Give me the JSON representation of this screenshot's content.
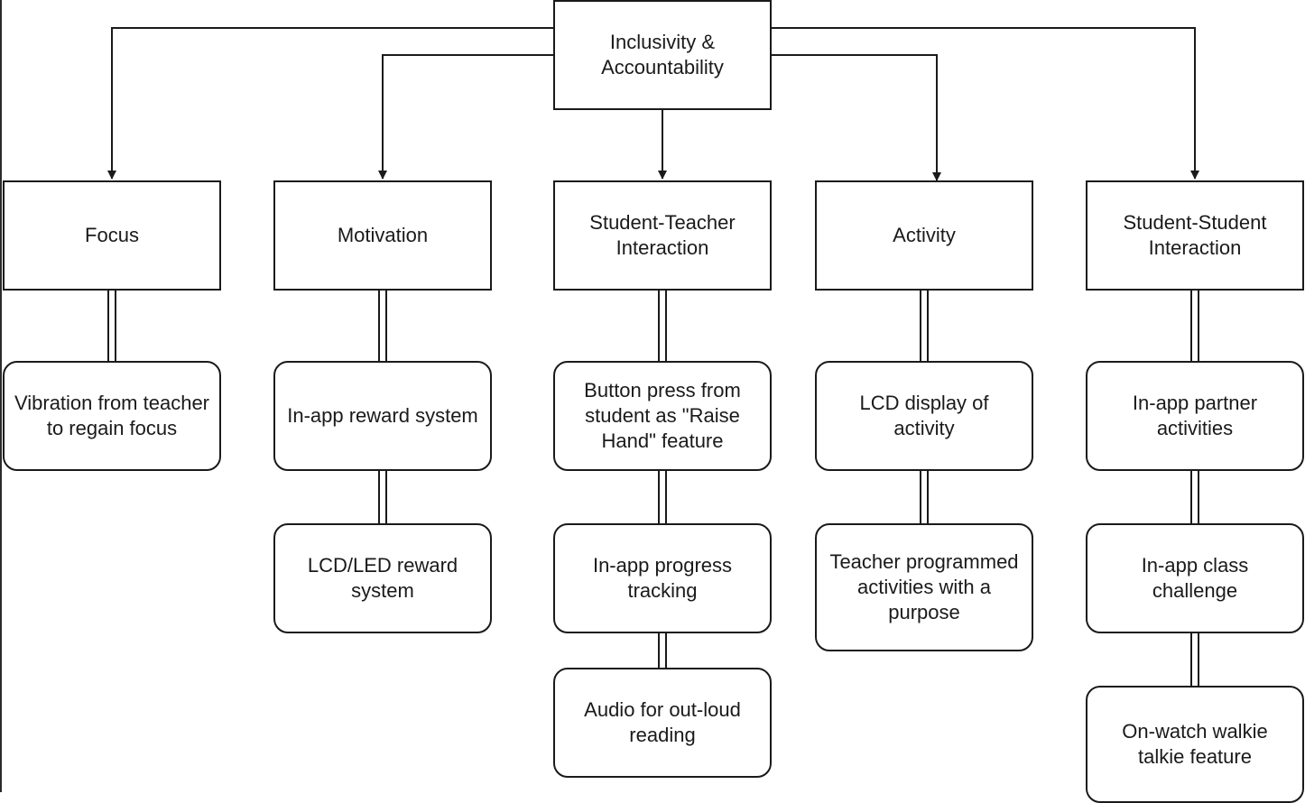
{
  "root": {
    "label": "Inclusivity &\nAccountability"
  },
  "categories": [
    {
      "label": "Focus",
      "features": [
        "Vibration from teacher\nto regain focus"
      ]
    },
    {
      "label": "Motivation",
      "features": [
        "In-app reward system",
        "LCD/LED reward\nsystem"
      ]
    },
    {
      "label": "Student-Teacher\nInteraction",
      "features": [
        "Button press from\nstudent as \"Raise\nHand\" feature",
        "In-app progress\ntracking",
        "Audio for out-loud\nreading"
      ]
    },
    {
      "label": "Activity",
      "features": [
        "LCD display of\nactivity",
        "Teacher programmed\nactivities with a\npurpose"
      ]
    },
    {
      "label": "Student-Student\nInteraction",
      "features": [
        "In-app partner\nactivities",
        "In-app class\nchallenge",
        "On-watch walkie\ntalkie feature"
      ]
    }
  ],
  "colors": {
    "stroke": "#1a1a1a",
    "fill": "#ffffff",
    "text": "#1a1a1a"
  }
}
